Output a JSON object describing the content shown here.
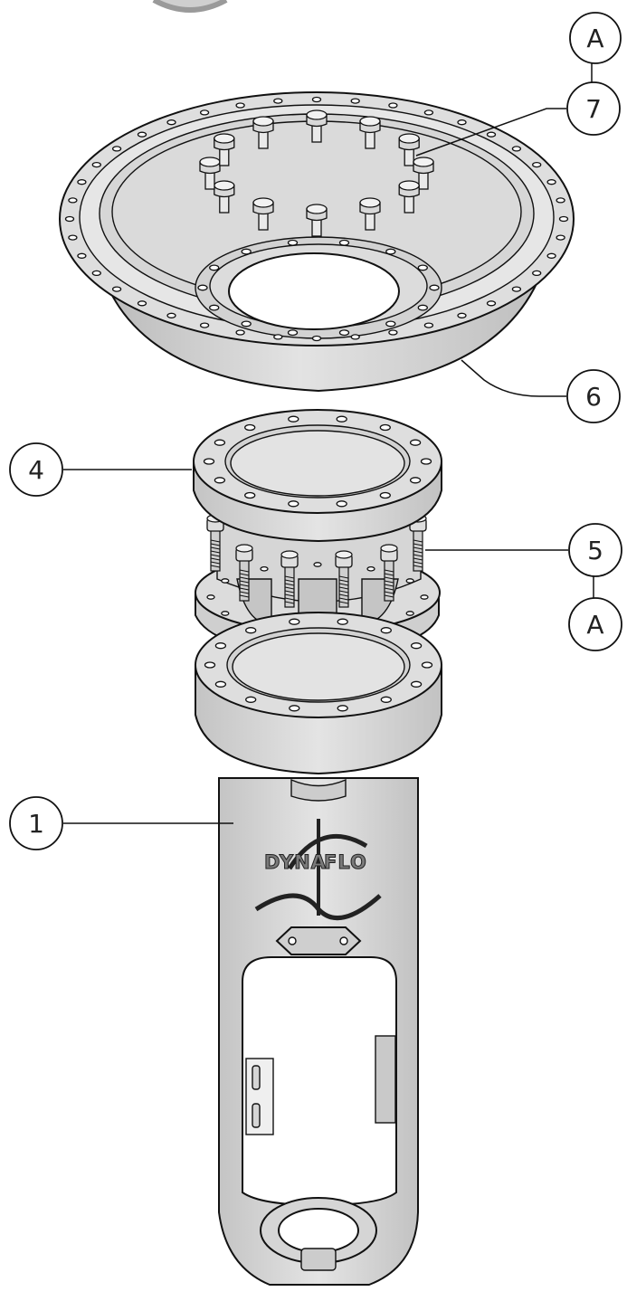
{
  "callouts": [
    {
      "id": "A-top",
      "label": "A"
    },
    {
      "id": "7",
      "label": "7"
    },
    {
      "id": "6",
      "label": "6"
    },
    {
      "id": "4",
      "label": "4"
    },
    {
      "id": "5",
      "label": "5"
    },
    {
      "id": "A-bottom",
      "label": "A"
    },
    {
      "id": "1",
      "label": "1"
    }
  ],
  "logo": {
    "left_text": "DYNA",
    "right_text": "FLO"
  },
  "colors": {
    "part_fill": "#dcdcdc",
    "part_dark": "#b5b5b5",
    "part_light": "#ececec",
    "outline": "#111111",
    "background": "#ffffff"
  }
}
